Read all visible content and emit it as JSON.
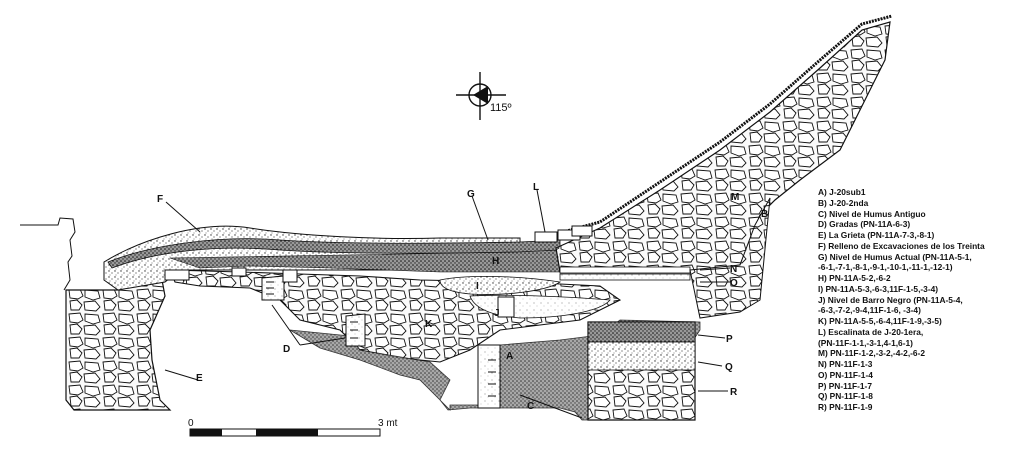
{
  "north": {
    "bearing": "115º"
  },
  "scale": {
    "start": "0",
    "end": "3 mt"
  },
  "labels": {
    "A": "A",
    "B": "B",
    "C": "C",
    "D": "D",
    "E": "E",
    "F": "F",
    "G": "G",
    "H": "H",
    "I": "I",
    "J": "J",
    "K": "K",
    "L": "L",
    "M": "M",
    "N": "N",
    "O": "O",
    "P": "P",
    "Q": "Q",
    "R": "R"
  },
  "legend": [
    "A) J-20sub1",
    "B) J-20-2nda",
    "C) Nivel de Humus Antiguo",
    "D) Gradas (PN-11A-6-3)",
    "E) La Grieta (PN-11A-7-3,-8-1)",
    "F) Relleno de Excavaciones de los Treinta",
    "G) Nivel de Humus Actual (PN-11A-5-1,",
    "-6-1,-7-1,-8-1,-9-1,-10-1,-11-1,-12-1)",
    "H) PN-11A-5-2,-6-2",
    "I) PN-11A-5-3,-6-3,11F-1-5,-3-4)",
    "J) Nivel de Barro Negro (PN-11A-5-4,",
    "-6-3,-7-2,-9-4,11F-1-6, -3-4)",
    "K) PN-11A-5-5,-6-4,11F-1-9,-3-5)",
    "L) Escalinata de J-20-1era,",
    "(PN-11F-1-1,-3-1,4-1,6-1)",
    "M) PN-11F-1-2,-3-2,-4-2,-6-2",
    "N) PN-11F-1-3",
    "O) PN-11F-1-4",
    "P) PN-11F-1-7",
    "Q) PN-11F-1-8",
    "R) PN-11F-1-9"
  ]
}
